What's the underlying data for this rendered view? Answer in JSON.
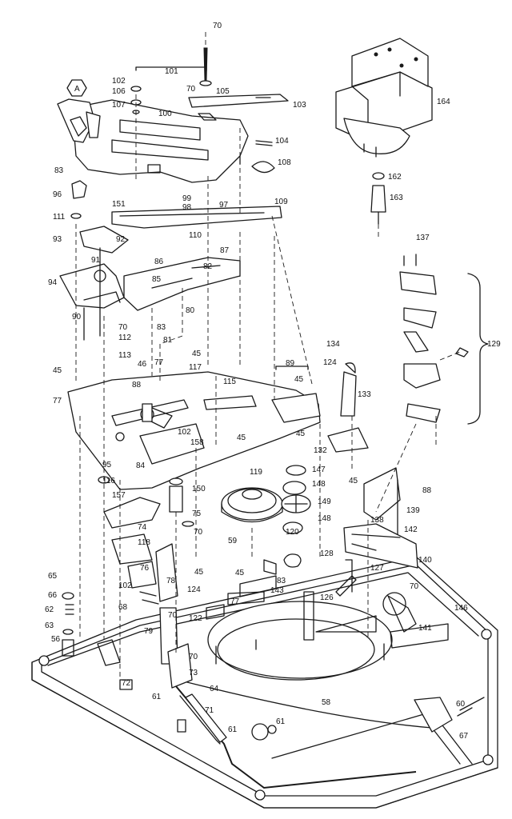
{
  "diagram": {
    "labels": [
      {
        "id": "p70a",
        "text": "70"
      },
      {
        "id": "p101",
        "text": "101"
      },
      {
        "id": "p102a",
        "text": "102"
      },
      {
        "id": "p106",
        "text": "106"
      },
      {
        "id": "p70b",
        "text": "70"
      },
      {
        "id": "p105",
        "text": "105"
      },
      {
        "id": "p107",
        "text": "107"
      },
      {
        "id": "p103",
        "text": "103"
      },
      {
        "id": "pA",
        "text": "A"
      },
      {
        "id": "p100",
        "text": "100"
      },
      {
        "id": "p104",
        "text": "104"
      },
      {
        "id": "p108",
        "text": "108"
      },
      {
        "id": "p164",
        "text": "164"
      },
      {
        "id": "p83a",
        "text": "83"
      },
      {
        "id": "p162",
        "text": "162"
      },
      {
        "id": "p163",
        "text": "163"
      },
      {
        "id": "p96",
        "text": "96"
      },
      {
        "id": "p99",
        "text": "99"
      },
      {
        "id": "p98",
        "text": "98"
      },
      {
        "id": "p97",
        "text": "97"
      },
      {
        "id": "p109",
        "text": "109"
      },
      {
        "id": "p151",
        "text": "151"
      },
      {
        "id": "p111",
        "text": "111"
      },
      {
        "id": "p110",
        "text": "110"
      },
      {
        "id": "p93",
        "text": "93"
      },
      {
        "id": "p92",
        "text": "92"
      },
      {
        "id": "p137",
        "text": "137"
      },
      {
        "id": "p87",
        "text": "87"
      },
      {
        "id": "p91",
        "text": "91"
      },
      {
        "id": "p86",
        "text": "86"
      },
      {
        "id": "p82",
        "text": "82"
      },
      {
        "id": "p94",
        "text": "94"
      },
      {
        "id": "p85",
        "text": "85"
      },
      {
        "id": "p80",
        "text": "80"
      },
      {
        "id": "p90",
        "text": "90"
      },
      {
        "id": "p83b",
        "text": "83"
      },
      {
        "id": "p70c",
        "text": "70"
      },
      {
        "id": "p112",
        "text": "112"
      },
      {
        "id": "p81",
        "text": "81"
      },
      {
        "id": "p129",
        "text": "129"
      },
      {
        "id": "p113",
        "text": "113"
      },
      {
        "id": "p45a",
        "text": "45"
      },
      {
        "id": "p134",
        "text": "134"
      },
      {
        "id": "p46",
        "text": "46"
      },
      {
        "id": "p77a",
        "text": "77"
      },
      {
        "id": "p117",
        "text": "117"
      },
      {
        "id": "p45b",
        "text": "45"
      },
      {
        "id": "p89",
        "text": "89"
      },
      {
        "id": "p124a",
        "text": "124"
      },
      {
        "id": "p115",
        "text": "115"
      },
      {
        "id": "p45c",
        "text": "45"
      },
      {
        "id": "p77b",
        "text": "77"
      },
      {
        "id": "p88a",
        "text": "88"
      },
      {
        "id": "p133",
        "text": "133"
      },
      {
        "id": "p102b",
        "text": "102"
      },
      {
        "id": "p45d",
        "text": "45"
      },
      {
        "id": "p158",
        "text": "158"
      },
      {
        "id": "p45e",
        "text": "45"
      },
      {
        "id": "p132",
        "text": "132"
      },
      {
        "id": "p95",
        "text": "95"
      },
      {
        "id": "p84",
        "text": "84"
      },
      {
        "id": "p147",
        "text": "147"
      },
      {
        "id": "p119",
        "text": "119"
      },
      {
        "id": "p45f",
        "text": "45"
      },
      {
        "id": "p88b",
        "text": "88"
      },
      {
        "id": "p116",
        "text": "116"
      },
      {
        "id": "p148a",
        "text": "148"
      },
      {
        "id": "p157",
        "text": "157"
      },
      {
        "id": "p150",
        "text": "150"
      },
      {
        "id": "p149",
        "text": "149"
      },
      {
        "id": "p139",
        "text": "139"
      },
      {
        "id": "p75",
        "text": "75"
      },
      {
        "id": "p148b",
        "text": "148"
      },
      {
        "id": "p138",
        "text": "138"
      },
      {
        "id": "p74",
        "text": "74"
      },
      {
        "id": "p70d",
        "text": "70"
      },
      {
        "id": "p120",
        "text": "120"
      },
      {
        "id": "p142",
        "text": "142"
      },
      {
        "id": "p118",
        "text": "118"
      },
      {
        "id": "p59",
        "text": "59"
      },
      {
        "id": "p128",
        "text": "128"
      },
      {
        "id": "p140",
        "text": "140"
      },
      {
        "id": "p76",
        "text": "76"
      },
      {
        "id": "p127",
        "text": "127"
      },
      {
        "id": "p65",
        "text": "65"
      },
      {
        "id": "p45g",
        "text": "45"
      },
      {
        "id": "p45h",
        "text": "45"
      },
      {
        "id": "p83c",
        "text": "83"
      },
      {
        "id": "p102c",
        "text": "102"
      },
      {
        "id": "p78",
        "text": "78"
      },
      {
        "id": "p70e",
        "text": "70"
      },
      {
        "id": "p66",
        "text": "66"
      },
      {
        "id": "p124b",
        "text": "124"
      },
      {
        "id": "p143",
        "text": "143"
      },
      {
        "id": "p126",
        "text": "126"
      },
      {
        "id": "p62",
        "text": "62"
      },
      {
        "id": "p68",
        "text": "68"
      },
      {
        "id": "p77c",
        "text": "77"
      },
      {
        "id": "p146",
        "text": "146"
      },
      {
        "id": "p63",
        "text": "63"
      },
      {
        "id": "p122",
        "text": "122"
      },
      {
        "id": "p70f",
        "text": "70"
      },
      {
        "id": "p141",
        "text": "141"
      },
      {
        "id": "p79",
        "text": "79"
      },
      {
        "id": "p56",
        "text": "56"
      },
      {
        "id": "p70g",
        "text": "70"
      },
      {
        "id": "p73",
        "text": "73"
      },
      {
        "id": "p72",
        "text": "72"
      },
      {
        "id": "p64",
        "text": "64"
      },
      {
        "id": "p61a",
        "text": "61"
      },
      {
        "id": "p58",
        "text": "58"
      },
      {
        "id": "p60",
        "text": "60"
      },
      {
        "id": "p71",
        "text": "71"
      },
      {
        "id": "p61b",
        "text": "61"
      },
      {
        "id": "p61c",
        "text": "61"
      },
      {
        "id": "p67",
        "text": "67"
      }
    ]
  }
}
